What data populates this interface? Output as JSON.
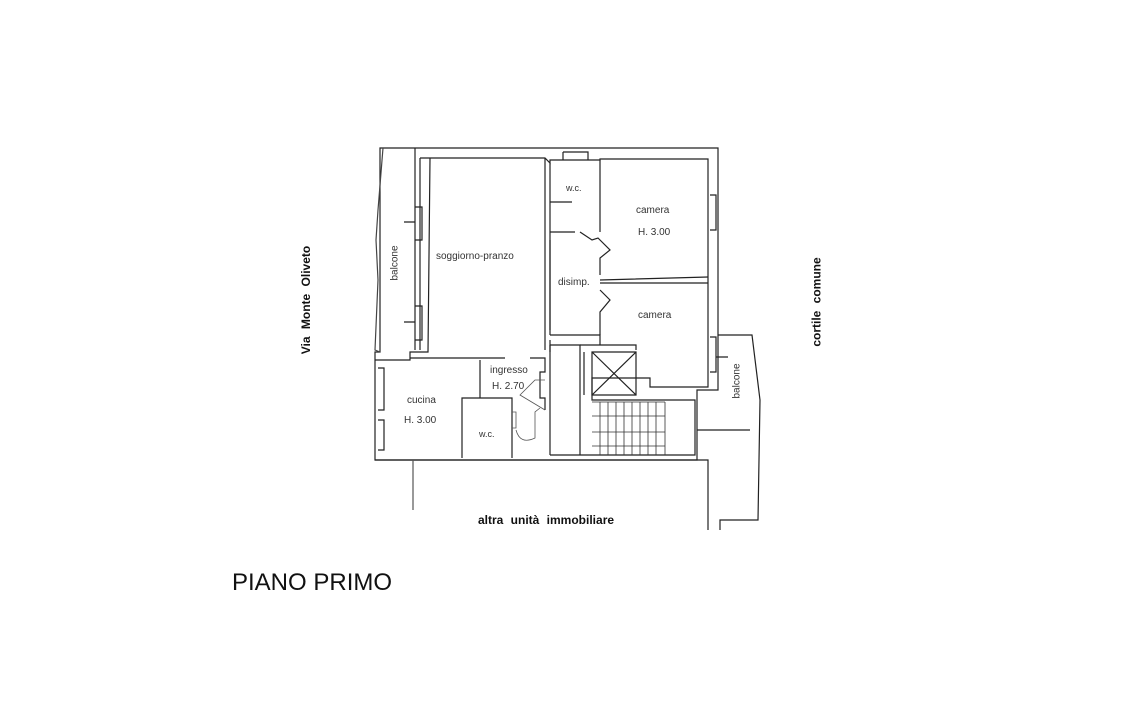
{
  "plan": {
    "title": "PIANO PRIMO",
    "streets": {
      "west": "Via  Monte  Oliveto",
      "east": "cortile  comune",
      "south": "altra  unità  immobiliare"
    },
    "rooms": [
      {
        "id": "soggiorno",
        "name": "soggiorno-pranzo",
        "height": ""
      },
      {
        "id": "wc-top",
        "name": "w.c.",
        "height": ""
      },
      {
        "id": "camera-1",
        "name": "camera",
        "height": "H. 3.00"
      },
      {
        "id": "disimpegno",
        "name": "disimp.",
        "height": ""
      },
      {
        "id": "camera-2",
        "name": "camera",
        "height": ""
      },
      {
        "id": "ingresso",
        "name": "ingresso",
        "height": "H. 2.70"
      },
      {
        "id": "cucina",
        "name": "cucina",
        "height": "H. 3.00"
      },
      {
        "id": "wc-bottom",
        "name": "w.c.",
        "height": ""
      },
      {
        "id": "balcone-west",
        "name": "balcone",
        "height": ""
      },
      {
        "id": "balcone-east",
        "name": "balcone",
        "height": ""
      }
    ],
    "colors": {
      "wall": "#222222",
      "thin_line": "#555555",
      "text": "#333333"
    }
  }
}
